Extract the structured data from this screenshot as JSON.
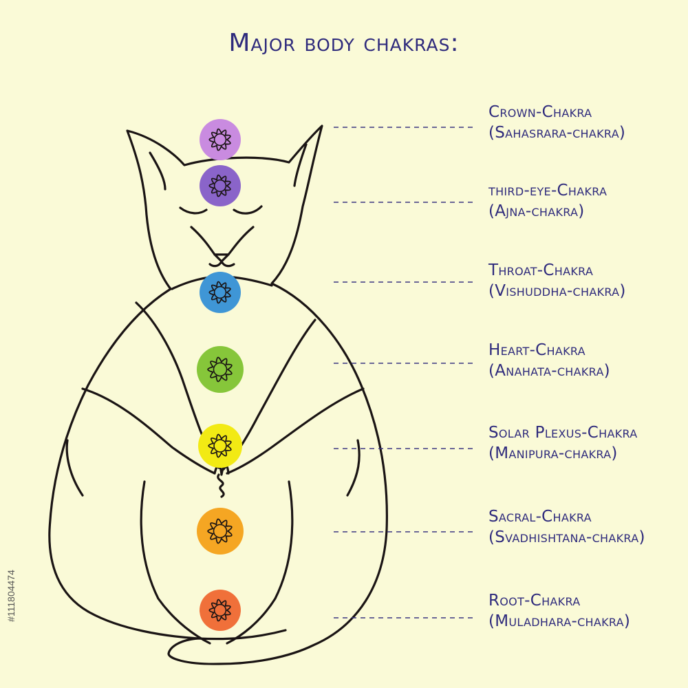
{
  "title": "Major body chakras:",
  "chakras": [
    {
      "name": "Crown-Chakra",
      "sanskrit": "(Sahasrara-chakra)",
      "color": "#c98be0"
    },
    {
      "name": "third-eye-Chakra",
      "sanskrit": "(Ajna-chakra)",
      "color": "#8a64c9"
    },
    {
      "name": "Throat-Chakra",
      "sanskrit": "(Vishuddha-chakra)",
      "color": "#3f96d6"
    },
    {
      "name": "Heart-Chakra",
      "sanskrit": "(Anahata-chakra)",
      "color": "#86c63a"
    },
    {
      "name": "Solar Plexus-Chakra",
      "sanskrit": "(Manipura-chakra)",
      "color": "#f2ea14"
    },
    {
      "name": "Sacral-Chakra",
      "sanskrit": "(Svadhishtana-chakra)",
      "color": "#f5a623"
    },
    {
      "name": "Root-Chakra",
      "sanskrit": "(Muladhara-chakra)",
      "color": "#f0703a"
    }
  ],
  "colors": {
    "background": "#fafad7",
    "text": "#2e2a7c",
    "outline": "#1a1414",
    "leader_line": "#3a3580"
  },
  "watermark": "#111804474",
  "icons": {
    "figure": "meditating-cat",
    "chakra_mark": "flower-doodle-icon"
  }
}
